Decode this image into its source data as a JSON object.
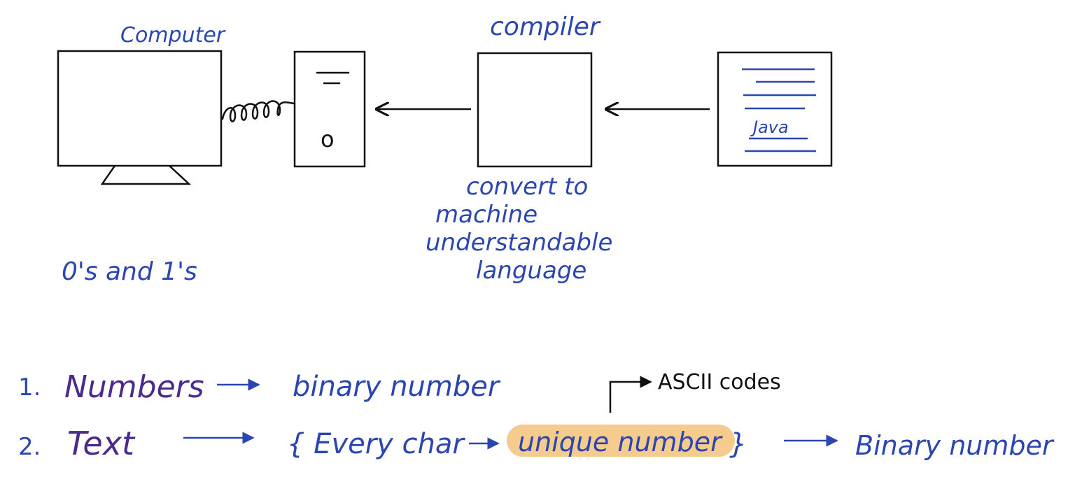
{
  "colors": {
    "ink_black": "#111111",
    "ink_blue": "#2b46b0",
    "ink_purple": "#4a2a8c",
    "highlight": "#f3c27a"
  },
  "labels": {
    "computer": "Computer",
    "compiler": "compiler",
    "java": "Java",
    "convert_line1": "convert to",
    "convert_line2": "machine",
    "convert_line3": "understandable",
    "convert_line4": "language",
    "zeros_ones": "0's and 1's",
    "cpu_power_symbol": "o"
  },
  "list": {
    "item1_num": "1.",
    "item1_term": "Numbers",
    "item1_result": "binary number",
    "item2_num": "2.",
    "item2_term": "Text",
    "item2_open": "{ Every char",
    "item2_highlight": "unique number",
    "item2_close": "}",
    "item2_result": "Binary number",
    "ascii_note": "ASCII codes"
  },
  "icons": {
    "monitor": "monitor-icon",
    "cpu": "cpu-tower-icon",
    "compiler_box": "compiler-box-icon",
    "document": "java-document-icon",
    "cable": "coiled-cable-icon"
  }
}
